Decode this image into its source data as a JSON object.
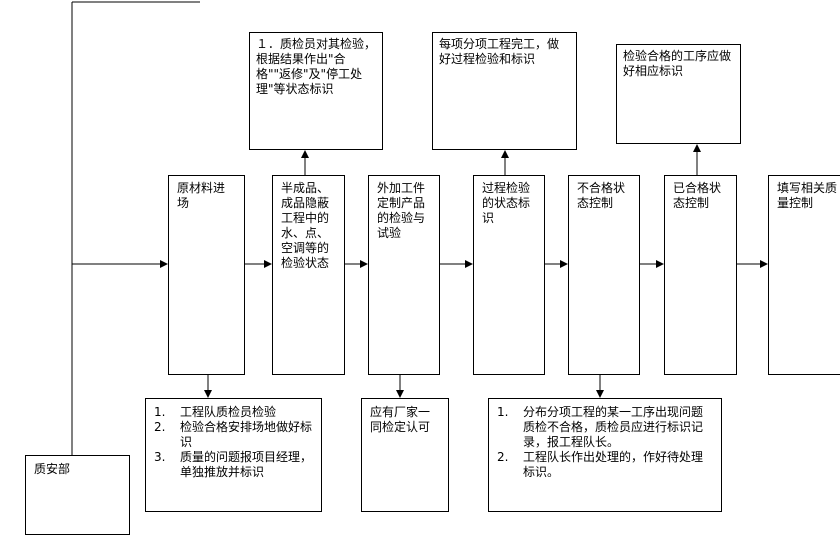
{
  "notes_top": [
    {
      "id": "note-1",
      "text": "１．质检员对其检验，根据结果作出\"合格\"\"返修\"及\"停工处理\"等状态标识"
    },
    {
      "id": "note-2",
      "text": "每项分项工程完工，做好过程检验和标识"
    },
    {
      "id": "note-3",
      "text": "检验合格的工序应做好相应标识"
    }
  ],
  "processes": [
    {
      "id": "raw-material",
      "text": "原材料进场"
    },
    {
      "id": "semi-finished",
      "text": "半成品、成品隐蔽工程中的水、点、空调等的检验状态"
    },
    {
      "id": "outsourced",
      "text": "外加工件定制产品的检验与试验"
    },
    {
      "id": "process-inspection",
      "text": "过程检验的状态标识"
    },
    {
      "id": "nonconforming",
      "text": "不合格状态控制"
    },
    {
      "id": "conforming",
      "text": "已合格状态控制"
    },
    {
      "id": "quality-record",
      "text": "填写相关质量控制"
    }
  ],
  "notes_bottom": [
    {
      "id": "note-raw",
      "items": [
        {
          "num": "1.",
          "text": "工程队质检员检验"
        },
        {
          "num": "2.",
          "text": "检验合格安排场地做好标识"
        },
        {
          "num": "3.",
          "text": "质量的问题报项目经理，单独推放并标识"
        }
      ]
    },
    {
      "id": "note-outsourced",
      "items": [
        {
          "num": "",
          "text": "应有厂家一同检定认可"
        }
      ]
    },
    {
      "id": "note-nonconforming",
      "items": [
        {
          "num": "1.",
          "text": "分布分项工程的某一工序出现问题质检不合格，质检员应进行标识记录，报工程队长。"
        },
        {
          "num": "2.",
          "text": "工程队长作出处理的，作好待处理标识。"
        }
      ]
    }
  ],
  "department": {
    "label": "质安部"
  }
}
